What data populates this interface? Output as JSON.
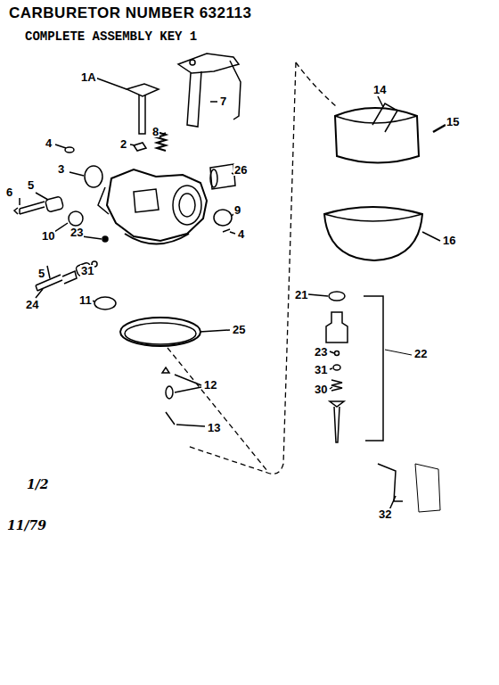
{
  "diagram": {
    "title": "CARBURETOR NUMBER 632113",
    "labels": [
      "COMPLETE ASSEMBLY KEY 1",
      "1A",
      "7",
      "8",
      "4",
      "2",
      "3",
      "26",
      "6",
      "5",
      "9",
      "4",
      "10",
      "23",
      "5",
      "31",
      "24",
      "11",
      "25",
      "12",
      "13",
      "14",
      "15",
      "16",
      "21",
      "23",
      "22",
      "31",
      "30",
      "32",
      "1/2",
      "11/79"
    ]
  }
}
